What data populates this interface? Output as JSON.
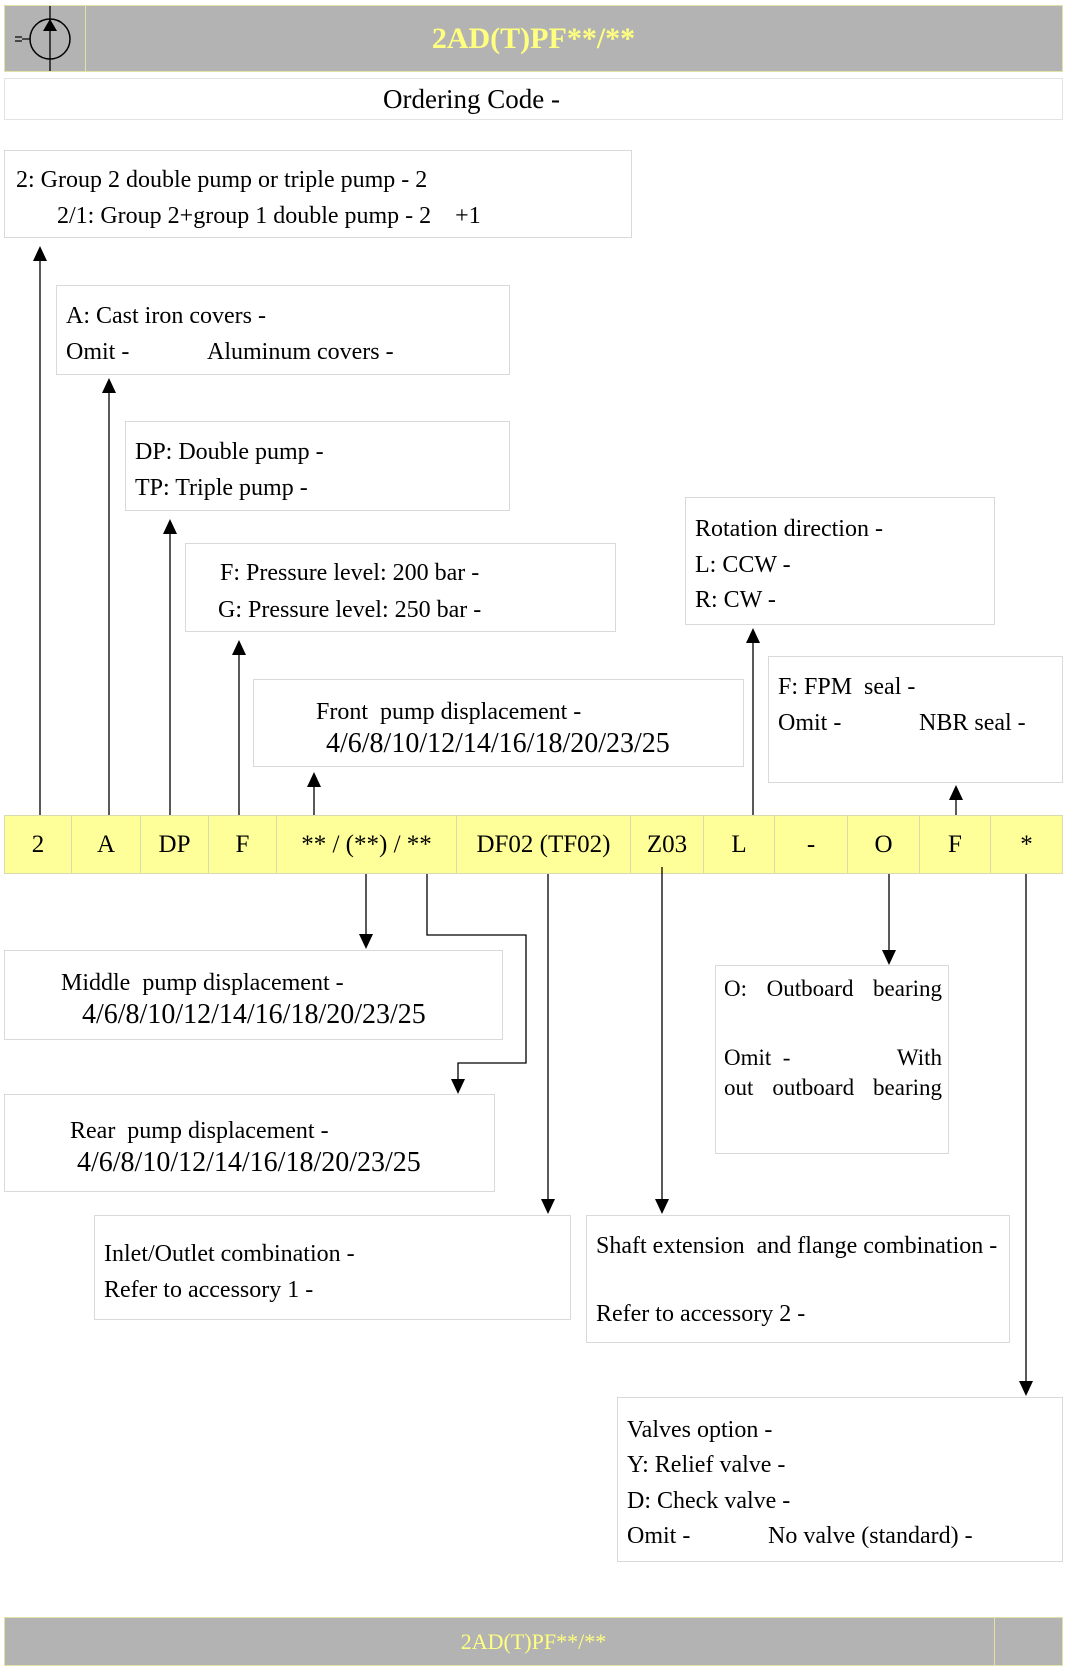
{
  "header": {
    "title": "2AD(T)PF**/**",
    "symbol_icon": "hydraulic-pump-symbol-icon"
  },
  "ordering_code": {
    "label": "Ordering Code -"
  },
  "code_cells": [
    "2",
    "A",
    "DP",
    "F",
    "** / (**) / **",
    "DF02 (TF02)",
    "Z03",
    "L",
    "-",
    "O",
    "F",
    "*"
  ],
  "options": {
    "group": {
      "line1": "2: Group 2 double pump or triple pump - 2",
      "line2": "2/1: Group 2+group 1 double pump - 2    +1"
    },
    "covers": {
      "line1": "A: Cast iron covers -",
      "omit": "Omit -",
      "omit_value": "Aluminum covers -"
    },
    "pump_count": {
      "line1": "DP: Double pump -",
      "line2": "TP: Triple pump -"
    },
    "pressure": {
      "line1": "F: Pressure level: 200 bar -",
      "line2": "G: Pressure level: 250 bar -"
    },
    "front_displacement": {
      "label": "Front  pump displacement -",
      "values": "4/6/8/10/12/14/16/18/20/23/25"
    },
    "rotation": {
      "label": "Rotation direction -",
      "line1": "L: CCW -",
      "line2": "R: CW -"
    },
    "seal": {
      "line1": "F: FPM  seal -",
      "omit": "Omit -",
      "omit_value": "NBR seal -"
    },
    "middle_displacement": {
      "label": "Middle  pump displacement -",
      "values": "4/6/8/10/12/14/16/18/20/23/25"
    },
    "rear_displacement": {
      "label": "Rear  pump displacement -",
      "values": "4/6/8/10/12/14/16/18/20/23/25"
    },
    "bearing": {
      "line1": "O:  Outboard  bearing",
      "omit": "Omit  -",
      "omit_value_1": "With",
      "omit_value_2": "out  outboard  bearing"
    },
    "ports": {
      "label": "Inlet/Outlet combination -",
      "note": "Refer to accessory 1 -"
    },
    "shaft": {
      "label": "Shaft extension  and flange combination -",
      "note": "Refer to accessory 2 -"
    },
    "valves": {
      "label": "Valves option -",
      "line1": "Y: Relief valve -",
      "line2": "D: Check valve -",
      "omit": "Omit -",
      "omit_value": "No valve (standard) -"
    }
  },
  "footer": {
    "title": "2AD(T)PF**/**"
  },
  "colors": {
    "header_bg": "#b3b3b3",
    "header_border": "#e2e2a6",
    "title": "#ffff80",
    "code_bg": "#ffff99",
    "code_border": "#dadab0",
    "box_border": "#d9d9d9"
  }
}
